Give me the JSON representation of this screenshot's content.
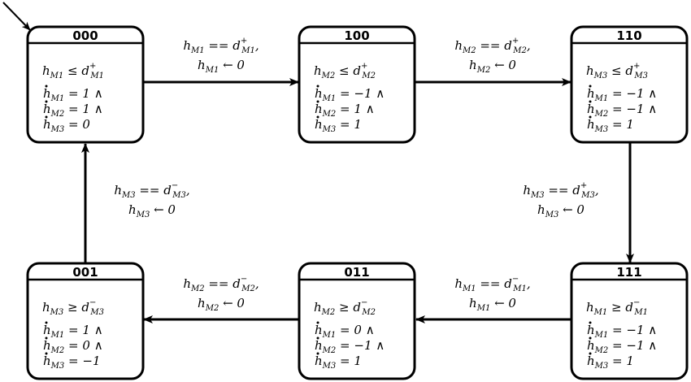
{
  "states": [
    {
      "id": "s000",
      "name": "000",
      "inv": {
        "base": "h",
        "sub": "M1",
        "op": " ≤ ",
        "dsup": "+",
        "dsub": "M1"
      },
      "flows": [
        {
          "sub": "M1",
          "rhs": " = 1 ∧"
        },
        {
          "sub": "M2",
          "rhs": " = 1 ∧"
        },
        {
          "sub": "M3",
          "rhs": " = 0"
        }
      ]
    },
    {
      "id": "s100",
      "name": "100",
      "inv": {
        "base": "h",
        "sub": "M2",
        "op": " ≤ ",
        "dsup": "+",
        "dsub": "M2"
      },
      "flows": [
        {
          "sub": "M1",
          "rhs": " = −1 ∧"
        },
        {
          "sub": "M2",
          "rhs": " = 1 ∧"
        },
        {
          "sub": "M3",
          "rhs": " = 1"
        }
      ]
    },
    {
      "id": "s110",
      "name": "110",
      "inv": {
        "base": "h",
        "sub": "M3",
        "op": " ≤ ",
        "dsup": "+",
        "dsub": "M3"
      },
      "flows": [
        {
          "sub": "M1",
          "rhs": " = −1 ∧"
        },
        {
          "sub": "M2",
          "rhs": " = −1 ∧"
        },
        {
          "sub": "M3",
          "rhs": " = 1"
        }
      ]
    },
    {
      "id": "s001",
      "name": "001",
      "inv": {
        "base": "h",
        "sub": "M3",
        "op": " ≥ ",
        "dsup": "−",
        "dsub": "M3"
      },
      "flows": [
        {
          "sub": "M1",
          "rhs": " = 1 ∧"
        },
        {
          "sub": "M2",
          "rhs": " = 0 ∧"
        },
        {
          "sub": "M3",
          "rhs": " = −1"
        }
      ]
    },
    {
      "id": "s011",
      "name": "011",
      "inv": {
        "base": "h",
        "sub": "M2",
        "op": " ≥ ",
        "dsup": "−",
        "dsub": "M2"
      },
      "flows": [
        {
          "sub": "M1",
          "rhs": " = 0 ∧"
        },
        {
          "sub": "M2",
          "rhs": " = −1 ∧"
        },
        {
          "sub": "M3",
          "rhs": " = 1"
        }
      ]
    },
    {
      "id": "s111",
      "name": "111",
      "inv": {
        "base": "h",
        "sub": "M1",
        "op": " ≥ ",
        "dsup": "−",
        "dsub": "M1"
      },
      "flows": [
        {
          "sub": "M1",
          "rhs": " = −1 ∧"
        },
        {
          "sub": "M2",
          "rhs": " = −1 ∧"
        },
        {
          "sub": "M3",
          "rhs": " = 1"
        }
      ]
    }
  ],
  "transitions": [
    {
      "from": "000",
      "to": "100",
      "guard": {
        "sub": "M1",
        "dsup": "+",
        "dsub": "M1"
      },
      "reset": {
        "sub": "M1",
        "val": "0"
      }
    },
    {
      "from": "100",
      "to": "110",
      "guard": {
        "sub": "M2",
        "dsup": "+",
        "dsub": "M2"
      },
      "reset": {
        "sub": "M2",
        "val": "0"
      }
    },
    {
      "from": "110",
      "to": "111",
      "guard": {
        "sub": "M3",
        "dsup": "+",
        "dsub": "M3"
      },
      "reset": {
        "sub": "M3",
        "val": "0"
      }
    },
    {
      "from": "111",
      "to": "011",
      "guard": {
        "sub": "M1",
        "dsup": "−",
        "dsub": "M1"
      },
      "reset": {
        "sub": "M1",
        "val": "0"
      }
    },
    {
      "from": "011",
      "to": "001",
      "guard": {
        "sub": "M2",
        "dsup": "−",
        "dsub": "M2"
      },
      "reset": {
        "sub": "M2",
        "val": "0"
      }
    },
    {
      "from": "001",
      "to": "000",
      "guard": {
        "sub": "M3",
        "dsup": "−",
        "dsub": "M3"
      },
      "reset": {
        "sub": "M3",
        "val": "0"
      }
    }
  ],
  "initial_state": "000"
}
